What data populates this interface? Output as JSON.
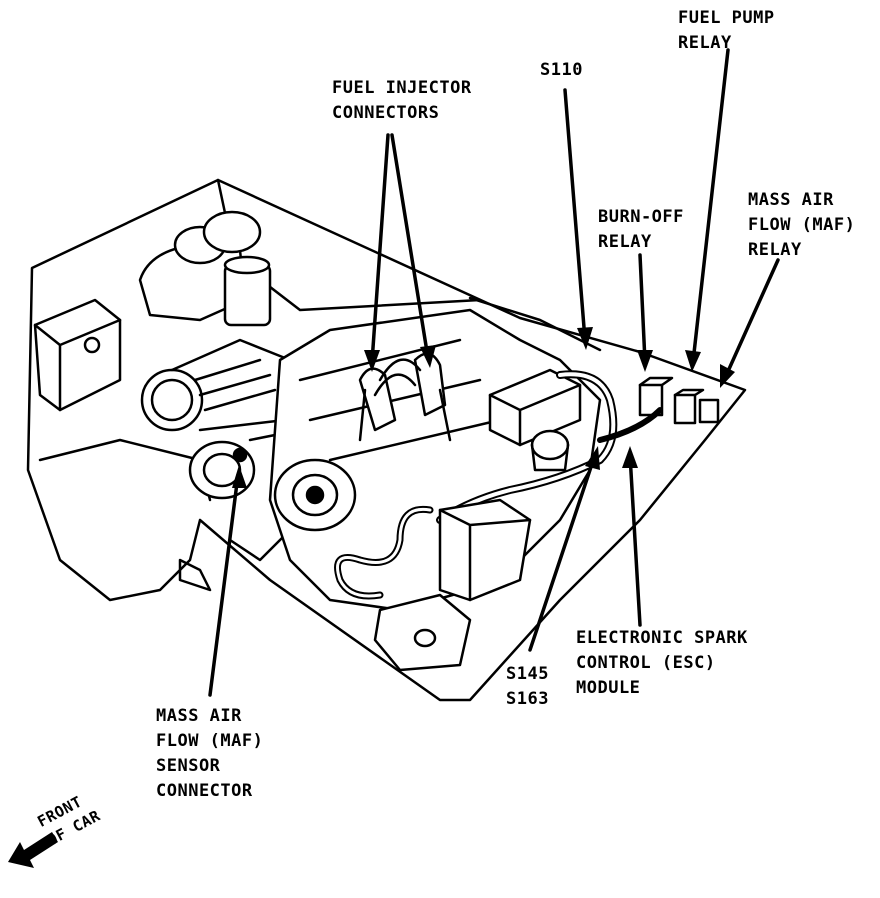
{
  "labels": {
    "fuel_injector": [
      "FUEL INJECTOR",
      "CONNECTORS"
    ],
    "s110": "S110",
    "fuel_pump_relay": [
      "FUEL PUMP",
      "RELAY"
    ],
    "burn_off_relay": [
      "BURN-OFF",
      "RELAY"
    ],
    "maf_relay": [
      "MASS AIR",
      "FLOW (MAF)",
      "RELAY"
    ],
    "esc_module": [
      "ELECTRONIC SPARK",
      "CONTROL (ESC)",
      "MODULE"
    ],
    "s145_s163": [
      "S145",
      "S163"
    ],
    "maf_sensor": [
      "MASS AIR",
      "FLOW (MAF)",
      "SENSOR",
      "CONNECTOR"
    ],
    "front_of_car": [
      "FRONT",
      "OF CAR"
    ]
  }
}
